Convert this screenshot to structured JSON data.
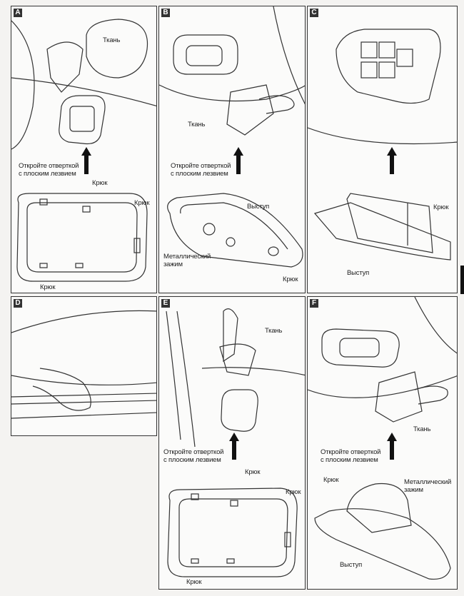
{
  "panels": {
    "A": {
      "letter": "A",
      "cloth": "Ткань",
      "instruction_1": "Откройте отверткой",
      "instruction_2": "с плоским лезвием",
      "hook_1": "Крюк",
      "hook_2": "Крюк",
      "hook_3": "Крюк"
    },
    "B": {
      "letter": "B",
      "cloth": "Ткань",
      "instruction_1": "Откройте отверткой",
      "instruction_2": "с плоским лезвием",
      "protrusion": "Выступ",
      "clip_1": "Металлический",
      "clip_2": "зажим",
      "hook": "Крюк"
    },
    "C": {
      "letter": "C",
      "hook": "Крюк",
      "protrusion": "Выступ"
    },
    "D": {
      "letter": "D"
    },
    "E": {
      "letter": "E",
      "cloth": "Ткань",
      "instruction_1": "Откройте отверткой",
      "instruction_2": "с плоским лезвием",
      "hook_1": "Крюк",
      "hook_2": "Крюк",
      "hook_3": "Крюк"
    },
    "F": {
      "letter": "F",
      "cloth": "Ткань",
      "instruction_1": "Откройте отверткой",
      "instruction_2": "с плоским лезвием",
      "hook": "Крюк",
      "clip_1": "Металлический",
      "clip_2": "зажим",
      "protrusion": "Выступ"
    }
  }
}
